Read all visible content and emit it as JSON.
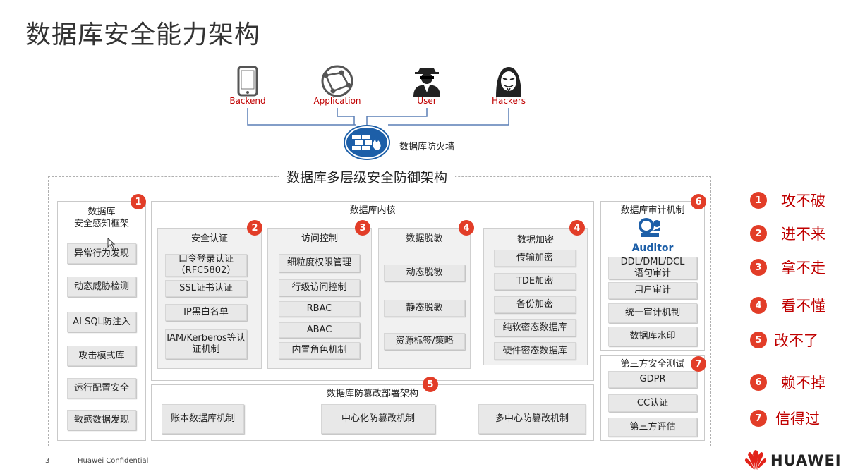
{
  "title": "数据库安全能力架构",
  "actors": [
    {
      "label": "Backend",
      "icon": "phone-icon"
    },
    {
      "label": "Application",
      "icon": "network-globe-icon"
    },
    {
      "label": "User",
      "icon": "user-agent-icon"
    },
    {
      "label": "Hackers",
      "icon": "hacker-mask-icon"
    }
  ],
  "firewall": {
    "label": "数据库防火墙",
    "icon": "firewall-brick-flame-icon"
  },
  "main_heading": "数据库多层级安全防御架构",
  "awareness": {
    "title": "数据库\n安全感知框架",
    "badge": "1",
    "items": [
      "异常行为发现",
      "动态威胁检测",
      "AI SQL防注入",
      "攻击模式库",
      "运行配置安全",
      "敏感数据发现"
    ]
  },
  "kernel": {
    "title": "数据库内核",
    "sections": [
      {
        "title": "安全认证",
        "badge": "2",
        "items": [
          "口令登录认证\n（RFC5802）",
          "SSL证书认证",
          "IP黑白名单",
          "IAM/Kerberos等认\n证机制"
        ]
      },
      {
        "title": "访问控制",
        "badge": "3",
        "items": [
          "细粒度权限管理",
          "行级访问控制",
          "RBAC",
          "ABAC",
          "内置角色机制"
        ]
      },
      {
        "title": "数据脱敏",
        "badge": "4",
        "items": [
          "动态脱敏",
          "静态脱敏",
          "资源标签/策略"
        ]
      },
      {
        "title": "数据加密",
        "badge": "4",
        "items": [
          "传输加密",
          "TDE加密",
          "备份加密",
          "纯软密态数据库",
          "硬件密态数据库"
        ]
      }
    ]
  },
  "tamper": {
    "title": "数据库防篡改部署架构",
    "badge": "5",
    "items": [
      "账本数据库机制",
      "中心化防篡改机制",
      "多中心防篡改机制"
    ]
  },
  "audit": {
    "title": "数据库审计机制",
    "badge": "6",
    "logo_text": "Auditor",
    "items": [
      "DDL/DML/DCL\n语句审计",
      "用户审计",
      "统一审计机制",
      "数据库水印"
    ]
  },
  "third_party": {
    "title": "第三方安全测试",
    "badge": "7",
    "items": [
      "GDPR",
      "CC认证",
      "第三方评估"
    ]
  },
  "legend": [
    {
      "num": "1",
      "text": "攻不破"
    },
    {
      "num": "2",
      "text": "进不来"
    },
    {
      "num": "3",
      "text": "拿不走"
    },
    {
      "num": "4",
      "text": "看不懂"
    },
    {
      "num": "5",
      "text": "改不了"
    },
    {
      "num": "6",
      "text": "赖不掉"
    },
    {
      "num": "7",
      "text": "信得过"
    }
  ],
  "footer": {
    "page": "3",
    "confidential": "Huawei Confidential",
    "brand": "HUAWEI"
  },
  "colors": {
    "badge": "#e23d28",
    "legend_text": "#c00000",
    "connector": "#5a7fb5",
    "firewall": "#1d5fa8"
  }
}
